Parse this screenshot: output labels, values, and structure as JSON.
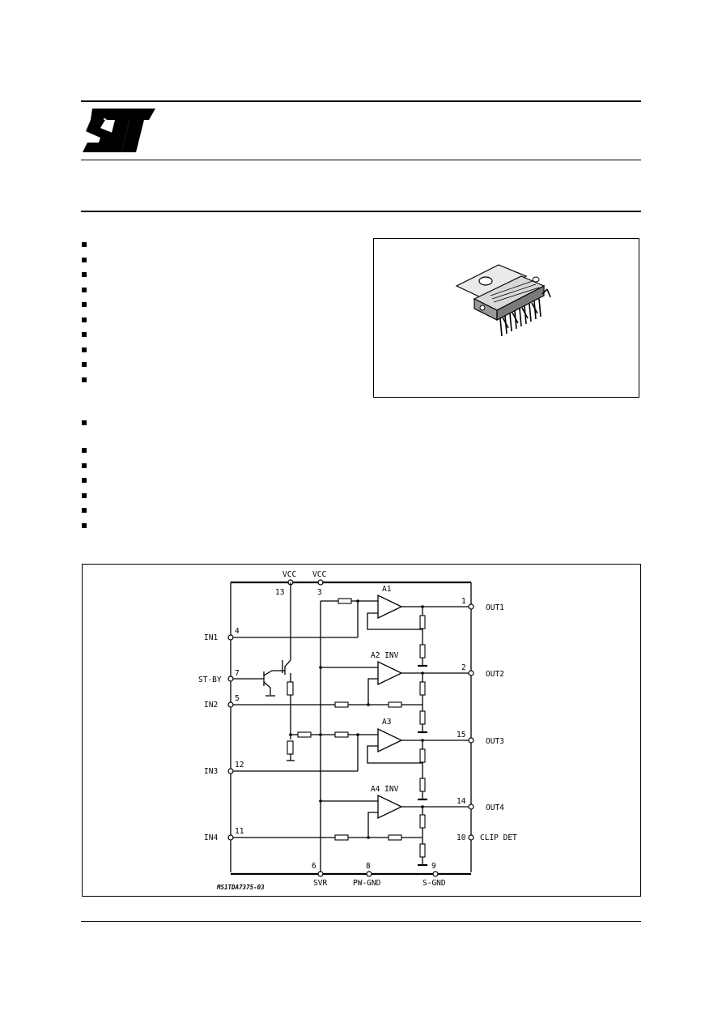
{
  "header": {
    "logo_text": "ST"
  },
  "features_top": [
    "",
    "",
    "",
    "",
    "",
    "",
    "",
    "",
    "",
    ""
  ],
  "features_bottom": [
    "",
    "",
    "",
    "",
    "",
    "",
    ""
  ],
  "package_box": {
    "caption": ""
  },
  "diagram": {
    "supply_labels": [
      "VCC",
      "VCC"
    ],
    "supply_pins": [
      "13",
      "3"
    ],
    "inputs": [
      {
        "label": "IN1",
        "pin": "4"
      },
      {
        "label": "ST-BY",
        "pin": "7"
      },
      {
        "label": "IN2",
        "pin": "5"
      },
      {
        "label": "IN3",
        "pin": "12"
      },
      {
        "label": "IN4",
        "pin": "11"
      }
    ],
    "amplifiers": [
      "A1",
      "A2  INV",
      "A3",
      "A4  INV"
    ],
    "outputs": [
      {
        "label": "OUT1",
        "pin": "1"
      },
      {
        "label": "OUT2",
        "pin": "2"
      },
      {
        "label": "OUT3",
        "pin": "15"
      },
      {
        "label": "OUT4",
        "pin": "14"
      },
      {
        "label": "CLIP DET",
        "pin": "10"
      }
    ],
    "bottom_pins": [
      {
        "label": "SVR",
        "pin": "6"
      },
      {
        "label": "PW-GND",
        "pin": "8"
      },
      {
        "label": "S-GND",
        "pin": "9"
      }
    ],
    "figure_code": "MS1TDA7375-03"
  }
}
